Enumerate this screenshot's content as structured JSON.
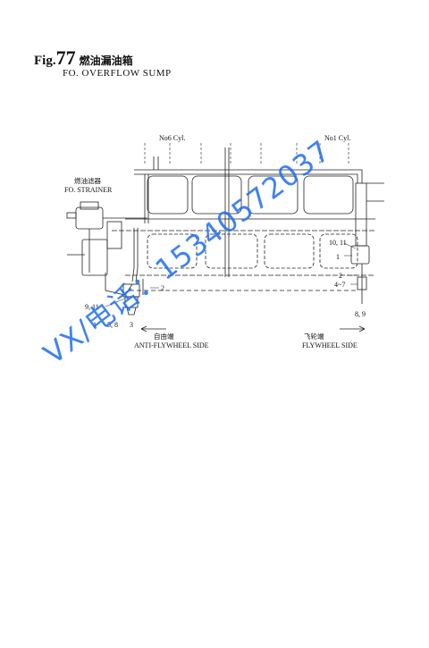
{
  "figure": {
    "label": "Fig.",
    "number": "77",
    "title_zh": "燃油漏油箱",
    "subtitle": "FO. OVERFLOW SUMP"
  },
  "diagram": {
    "cyl_left": "No6 Cyl.",
    "cyl_right": "No1 Cyl.",
    "strainer_zh": "燃油滤器",
    "strainer_en": "FO. STRAINER",
    "parts": {
      "p2_left": "2",
      "p9_11": "9, 11",
      "p1": "1",
      "p5_8": "5, 8",
      "p3": "3",
      "p10_11": "10, 11",
      "p1_right": "1",
      "p2_right": "2",
      "p4_7": "4~7",
      "p8_9": "8, 9"
    },
    "side_left_zh": "自由端",
    "side_left_en": "ANTI-FLYWHEEL SIDE",
    "side_right_zh": "飞轮端",
    "side_right_en": "FLYWHEEL SIDE"
  },
  "watermark": "VX/电话：15340572037"
}
